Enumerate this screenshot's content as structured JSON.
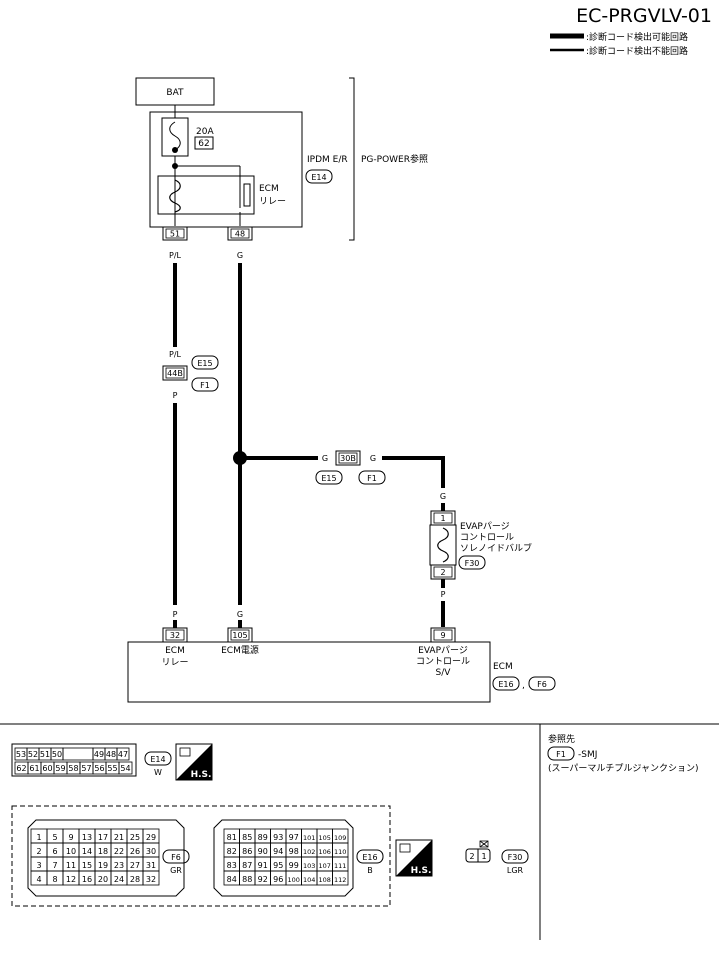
{
  "page_title": "EC-PRGVLV-01",
  "legend": {
    "detectable": ":診断コード検出可能回路",
    "not_detectable": ":診断コード検出不能回路"
  },
  "bat": "BAT",
  "fuse": {
    "amp": "20A",
    "num": "62"
  },
  "ipdm": {
    "name": "IPDM E/R",
    "conn": "E14",
    "ref": "PG-POWER参照"
  },
  "relay": {
    "l1": "ECM",
    "l2": "リレー"
  },
  "ipdm_pins": {
    "p51": "51",
    "p48": "48"
  },
  "wires": {
    "pl": "P/L",
    "g": "G",
    "p": "P"
  },
  "junction1": {
    "pin": "44B",
    "conn_a": "E15",
    "conn_b": "F1",
    "color_top": "P/L",
    "color_bot": "P"
  },
  "junction2": {
    "pin": "30B",
    "conn_a": "E15",
    "conn_b": "F1",
    "color_left": "G",
    "color_right": "G"
  },
  "evap": {
    "l1": "EVAPパージ",
    "l2": "コントロール",
    "l3": "ソレノイドバルブ",
    "conn": "F30",
    "pin1": "1",
    "pin2": "2",
    "wire_top": "G",
    "wire_bot": "P"
  },
  "ecm": {
    "name": "ECM",
    "conn_a": "E16",
    "sep": ",",
    "conn_b": "F6",
    "pin32": "32",
    "pin105": "105",
    "pin9": "9",
    "pin32_l1": "ECM",
    "pin32_l2": "リレー",
    "pin105_l1": "ECM電源",
    "pin9_l1": "EVAPパージ",
    "pin9_l2": "コントロール",
    "pin9_l3": "S/V",
    "wire32": "P",
    "wire105": "G",
    "wire9": "P"
  },
  "reference": {
    "heading": "参照先",
    "conn": "F1",
    "code": "-SMJ",
    "desc": "(スーパーマルチプルジャンクション)"
  },
  "e14_face": {
    "conn": "E14",
    "color": "W",
    "hs": "H.S.",
    "row1": [
      "53",
      "52",
      "51",
      "50",
      "",
      "49",
      "48",
      "47"
    ],
    "row2": [
      "62",
      "61",
      "60",
      "59",
      "58",
      "57",
      "56",
      "55",
      "54"
    ]
  },
  "f6_face": {
    "conn": "F6",
    "color": "GR",
    "rows": [
      [
        "1",
        "5",
        "9",
        "13",
        "17",
        "21",
        "25",
        "29"
      ],
      [
        "2",
        "6",
        "10",
        "14",
        "18",
        "22",
        "26",
        "30"
      ],
      [
        "3",
        "7",
        "11",
        "15",
        "19",
        "23",
        "27",
        "31"
      ],
      [
        "4",
        "8",
        "12",
        "16",
        "20",
        "24",
        "28",
        "32"
      ]
    ]
  },
  "e16_face": {
    "conn": "E16",
    "color": "B",
    "hs": "H.S.",
    "rows": [
      [
        "81",
        "85",
        "89",
        "93",
        "97",
        "101",
        "105",
        "109"
      ],
      [
        "82",
        "86",
        "90",
        "94",
        "98",
        "102",
        "106",
        "110"
      ],
      [
        "83",
        "87",
        "91",
        "95",
        "99",
        "103",
        "107",
        "111"
      ],
      [
        "84",
        "88",
        "92",
        "96",
        "100",
        "104",
        "108",
        "112"
      ]
    ]
  },
  "f30_face": {
    "conn": "F30",
    "color": "LGR",
    "pins": [
      "2",
      "1"
    ]
  }
}
